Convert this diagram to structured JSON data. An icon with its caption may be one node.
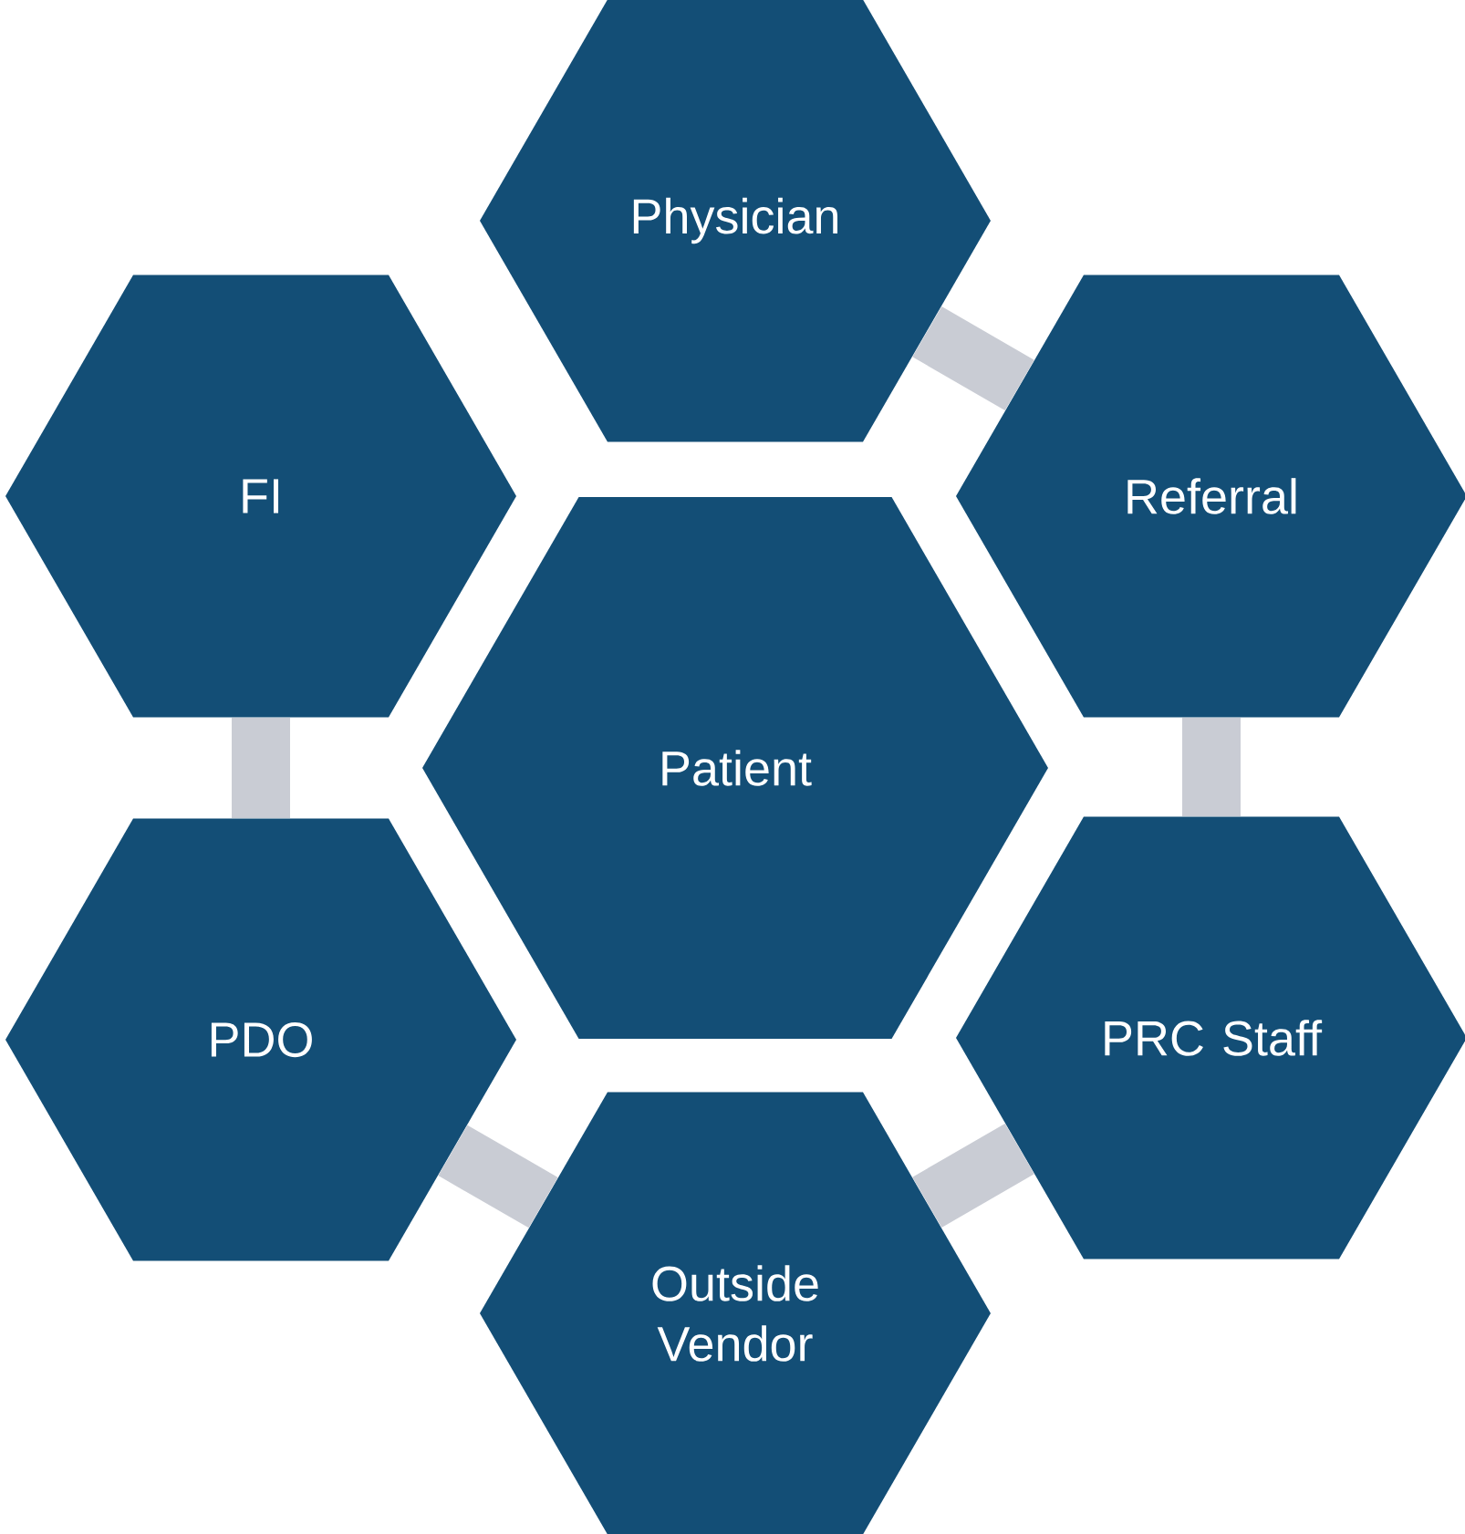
{
  "diagram": {
    "nodes": [
      {
        "text": [
          "Physician"
        ]
      },
      {
        "text": [
          "FI"
        ]
      },
      {
        "text": [
          "Referral"
        ]
      },
      {
        "text": [
          "Patient"
        ]
      },
      {
        "text": [
          "PDO"
        ]
      },
      {
        "text": [
          "PRC Staff"
        ]
      },
      {
        "text": [
          "Outside Vendor"
        ]
      }
    ],
    "edges": [
      {
        "from": 0,
        "to": 2,
        "arrow": "none"
      },
      {
        "from": 2,
        "to": 5,
        "arrow": "none"
      },
      {
        "from": 5,
        "to": 6,
        "arrow": "none"
      },
      {
        "from": 6,
        "to": 4,
        "arrow": "none"
      },
      {
        "from": 4,
        "to": 1,
        "arrow": "none"
      }
    ]
  }
}
